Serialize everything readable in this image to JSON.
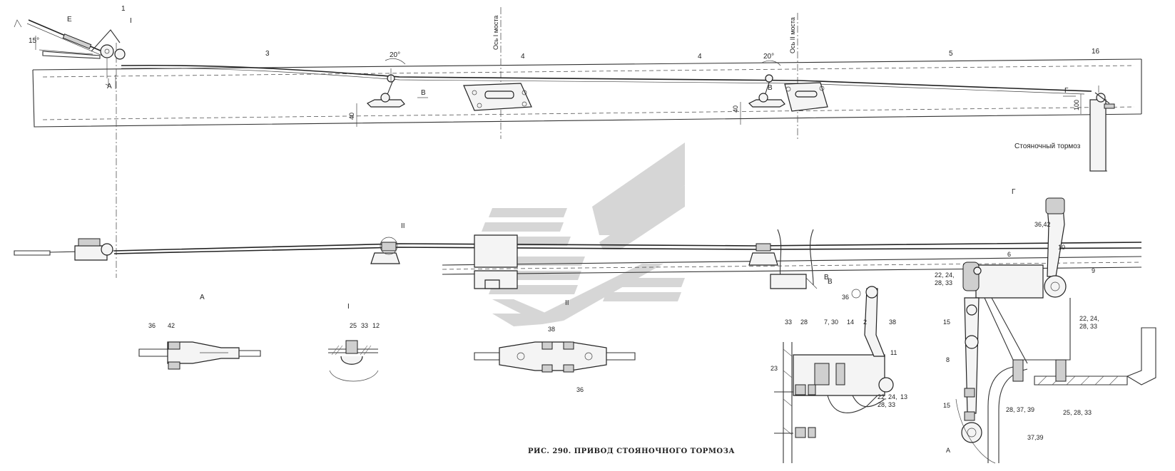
{
  "caption": "РИС. 290. ПРИВОД СТОЯНОЧНОГО ТОРМОЗА",
  "axis_labels": {
    "axle1": "Ось I моста",
    "axle2": "Ось II моста"
  },
  "brake_label": "Стояночный тормоз",
  "angles": {
    "a1": "15°",
    "a2": "20°",
    "a3": "20°"
  },
  "dims": {
    "d40a": "40",
    "d40b": "40",
    "d100": "100"
  },
  "top_labels": {
    "E": "Е",
    "one": "1",
    "I": "I",
    "A": "А",
    "three": "3",
    "four_a": "4",
    "four_b": "4",
    "five": "5",
    "sixteen": "16",
    "B_arrow": "В",
    "B_arrow2": "В",
    "G_arrow": "Г"
  },
  "mid_labels": {
    "II": "II",
    "B": "В"
  },
  "view_titles": {
    "A": "А",
    "I": "I",
    "II": "II",
    "V": "В",
    "G": "Г"
  },
  "detail_A": {
    "l36": "36",
    "l42": "42"
  },
  "detail_I": {
    "l25": "25",
    "l33": "33",
    "l12": "12"
  },
  "detail_II": {
    "l38": "38",
    "l36": "36"
  },
  "detail_V": {
    "l33": "33",
    "l28": "28",
    "l730": "7, 30",
    "l14": "14",
    "l2": "2",
    "l36": "36",
    "l38": "38",
    "l11": "11",
    "l23": "23",
    "l22": "22, 24,",
    "l2833": "28, 33",
    "l13": "13"
  },
  "detail_G": {
    "l3642": "36,42",
    "l6": "6",
    "l10": "10",
    "l9": "9",
    "l22a": "22, 24,",
    "l28a": "28, 33",
    "l22b": "22, 24,",
    "l28b": "28, 33",
    "l15a": "15",
    "l8": "8",
    "l15b": "15",
    "l283739": "28, 37, 39",
    "l252833": "25, 28, 33",
    "l3739": "37,39",
    "lA": "А"
  }
}
